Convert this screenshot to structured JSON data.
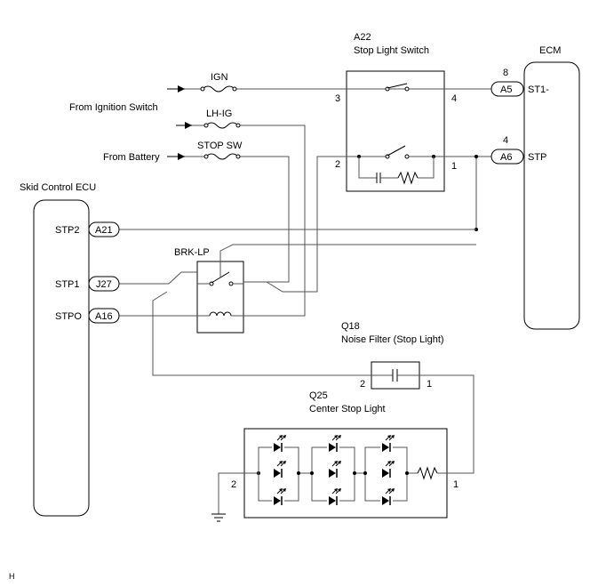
{
  "labels": {
    "a22_code": "A22",
    "a22_name": "Stop Light Switch",
    "ecm": "ECM",
    "ign": "IGN",
    "from_ignition": "From Ignition Switch",
    "lh_ig": "LH-IG",
    "stop_sw": "STOP SW",
    "from_battery": "From Battery",
    "skid_ecu": "Skid Control ECU",
    "brk_lp": "BRK-LP",
    "q18_code": "Q18",
    "q18_name": "Noise Filter (Stop Light)",
    "q25_code": "Q25",
    "q25_name": "Center Stop Light",
    "footer": "H"
  },
  "switch_pins": {
    "p3": "3",
    "p4": "4",
    "p2": "2",
    "p1": "1"
  },
  "ecm_pins": {
    "st1_num": "8",
    "st1_conn": "A5",
    "st1_name": "ST1-",
    "stp_num": "4",
    "stp_conn": "A6",
    "stp_name": "STP"
  },
  "ecu_pins": [
    {
      "name": "STP2",
      "conn": "A21"
    },
    {
      "name": "STP1",
      "conn": "J27"
    },
    {
      "name": "STPO",
      "conn": "A16"
    }
  ],
  "q18_pins": {
    "p2": "2",
    "p1": "1"
  },
  "q25_pins": {
    "p2": "2",
    "p1": "1"
  }
}
